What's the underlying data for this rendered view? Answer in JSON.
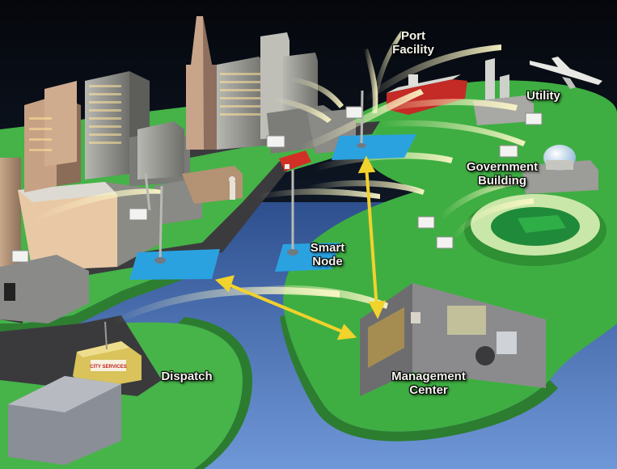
{
  "labels": {
    "port": [
      "Port",
      "Facility"
    ],
    "utility": [
      "Utility"
    ],
    "government": [
      "Government",
      "Building"
    ],
    "smart_node": [
      "Smart",
      "Node"
    ],
    "dispatch": [
      "Dispatch"
    ],
    "management": [
      "Management",
      "Center"
    ]
  },
  "van_sign": "CITY SERVICES",
  "colors": {
    "ground_green": "#4fb54a",
    "water_blue": "#5a7fc4",
    "node_pad": "#2aa2e0",
    "link_arrow": "#f2d22c",
    "signal_beam": "#f6f3b0"
  }
}
